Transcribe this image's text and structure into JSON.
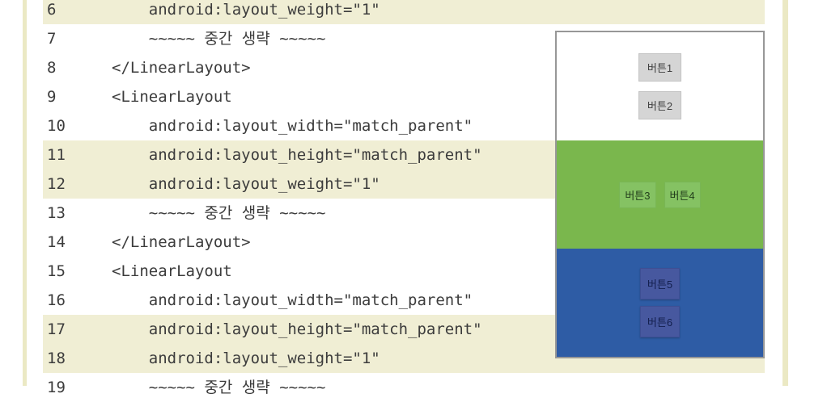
{
  "colors": {
    "pageStripe": "#ebe9c4",
    "lineHighlight": "#f0eed4",
    "codeText": "#3c3c3c",
    "previewTopBg": "#ffffff",
    "previewMiddleBg": "#7ab74d",
    "previewBottomBg": "#2e5ca5",
    "buttonGray": "#d5d5d5",
    "buttonGreen": "#85c263",
    "buttonBlue": "#47589f"
  },
  "code": {
    "lines": [
      {
        "num": "6",
        "text": "    android:layout_weight=\"1\"",
        "highlight": true
      },
      {
        "num": "7",
        "text": "    ~~~~~ 중간 생략 ~~~~~",
        "highlight": false
      },
      {
        "num": "8",
        "text": "</LinearLayout>",
        "highlight": false
      },
      {
        "num": "9",
        "text": "<LinearLayout",
        "highlight": false
      },
      {
        "num": "10",
        "text": "    android:layout_width=\"match_parent\"",
        "highlight": false
      },
      {
        "num": "11",
        "text": "    android:layout_height=\"match_parent\"",
        "highlight": true
      },
      {
        "num": "12",
        "text": "    android:layout_weight=\"1\"",
        "highlight": true
      },
      {
        "num": "13",
        "text": "    ~~~~~ 중간 생략 ~~~~~",
        "highlight": false
      },
      {
        "num": "14",
        "text": "</LinearLayout>",
        "highlight": false
      },
      {
        "num": "15",
        "text": "<LinearLayout",
        "highlight": false
      },
      {
        "num": "16",
        "text": "    android:layout_width=\"match_parent\"",
        "highlight": false
      },
      {
        "num": "17",
        "text": "    android:layout_height=\"match_parent\"",
        "highlight": true
      },
      {
        "num": "18",
        "text": "    android:layout_weight=\"1\"",
        "highlight": true
      },
      {
        "num": "19",
        "text": "    ~~~~~ 중간 생략 ~~~~~",
        "highlight": false
      }
    ]
  },
  "preview": {
    "sections": [
      {
        "name": "top",
        "bg": "#ffffff",
        "buttons": [
          {
            "label": "버튼1"
          },
          {
            "label": "버튼2"
          }
        ]
      },
      {
        "name": "middle",
        "bg": "#7ab74d",
        "buttons": [
          {
            "label": "버튼3"
          },
          {
            "label": "버튼4"
          }
        ]
      },
      {
        "name": "bottom",
        "bg": "#2e5ca5",
        "buttons": [
          {
            "label": "버튼5"
          },
          {
            "label": "버튼6"
          }
        ]
      }
    ]
  }
}
